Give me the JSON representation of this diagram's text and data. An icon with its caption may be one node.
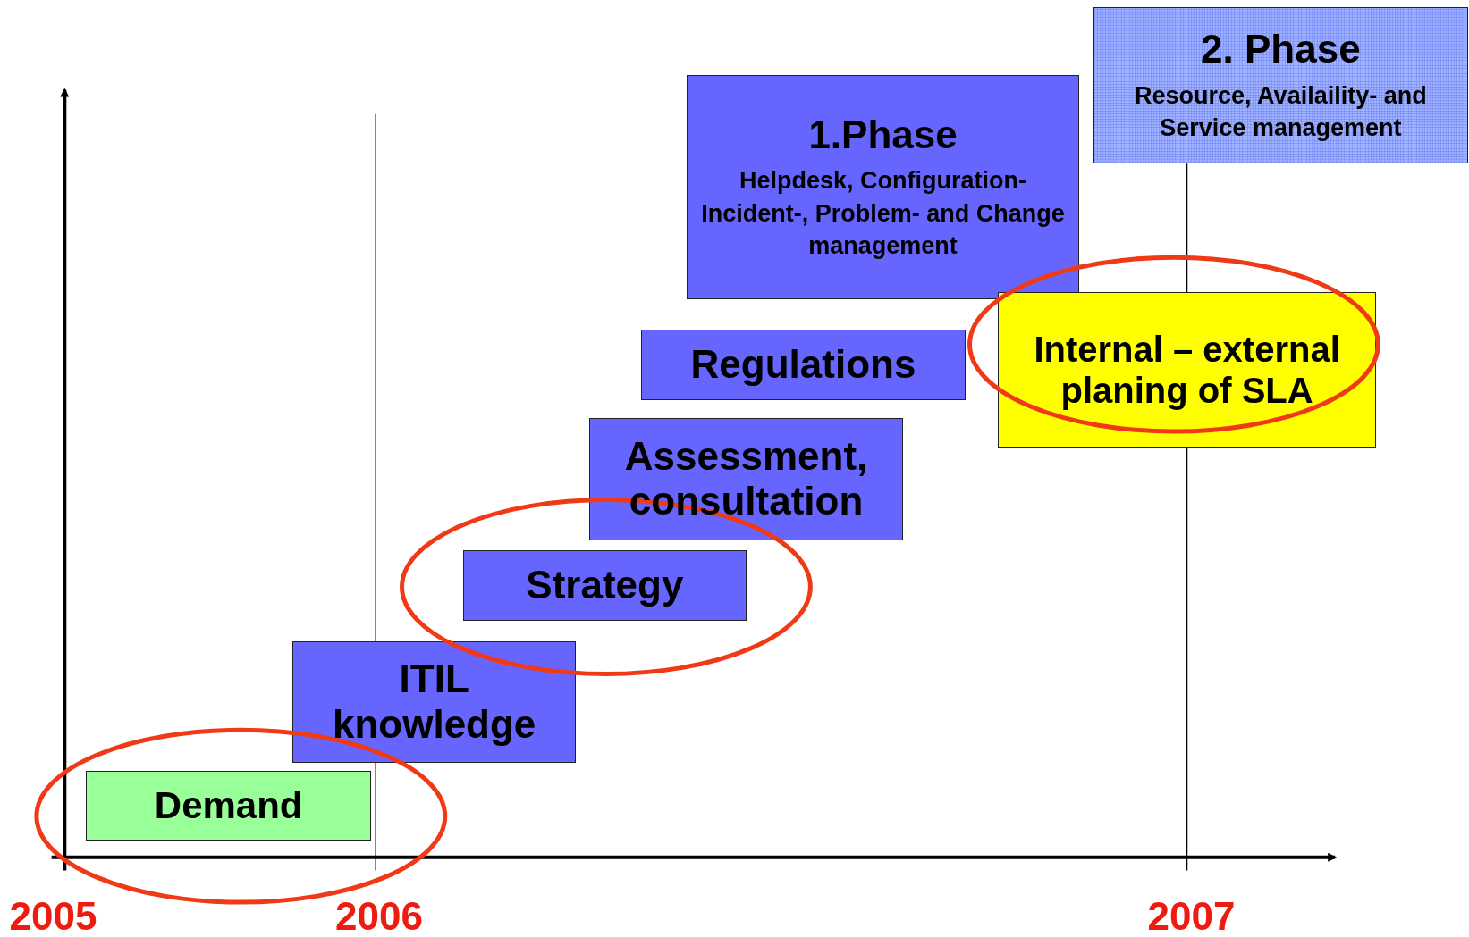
{
  "diagram": {
    "nodes": [
      {
        "text": [
          "2. Phase",
          "Resource, Availaility- and Service management"
        ]
      },
      {
        "text": [
          "1.Phase",
          "Helpdesk, Configuration- Incident-, Problem- and Change management"
        ]
      },
      {
        "text": [
          "Regulations"
        ]
      },
      {
        "text": [
          "Internal – external planing of SLA"
        ]
      },
      {
        "text": [
          "Assessment, consultation"
        ]
      },
      {
        "text": [
          "Strategy"
        ]
      },
      {
        "text": [
          "ITIL knowledge"
        ]
      },
      {
        "text": [
          "Demand"
        ]
      }
    ],
    "edges": [],
    "labels": [
      "2005",
      "2006",
      "2007"
    ]
  }
}
